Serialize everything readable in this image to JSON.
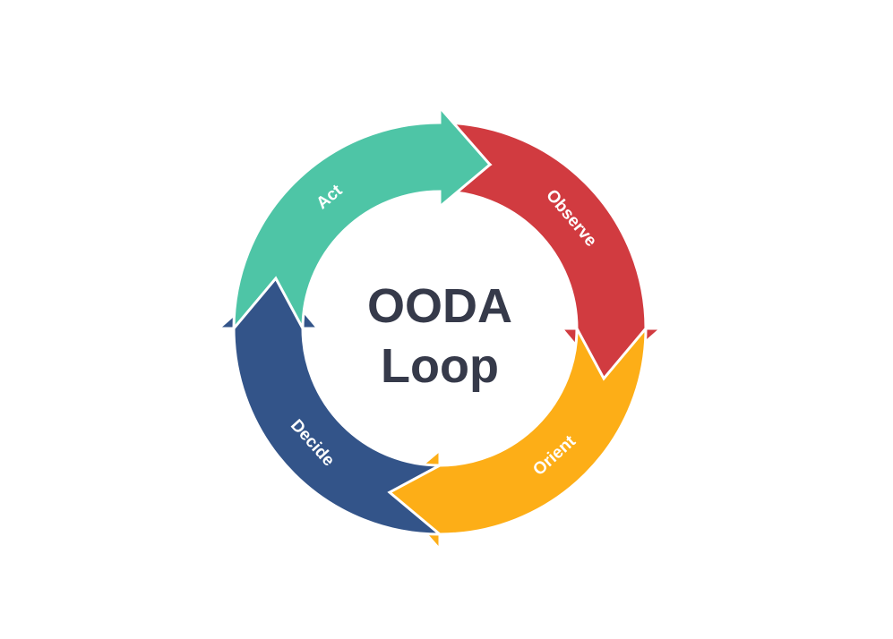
{
  "title": {
    "line1": "OODA",
    "line2": "Loop",
    "color": "#363A4A"
  },
  "stages": [
    {
      "id": "observe",
      "label": "Observe",
      "color": "#D13B40",
      "order": 1
    },
    {
      "id": "orient",
      "label": "Orient",
      "color": "#FDAE17",
      "order": 2
    },
    {
      "id": "decide",
      "label": "Decide",
      "color": "#335489",
      "order": 3
    },
    {
      "id": "act",
      "label": "Act",
      "color": "#4EC5A6",
      "order": 4
    }
  ],
  "flow_direction": "clockwise",
  "background": "#FFFFFF"
}
